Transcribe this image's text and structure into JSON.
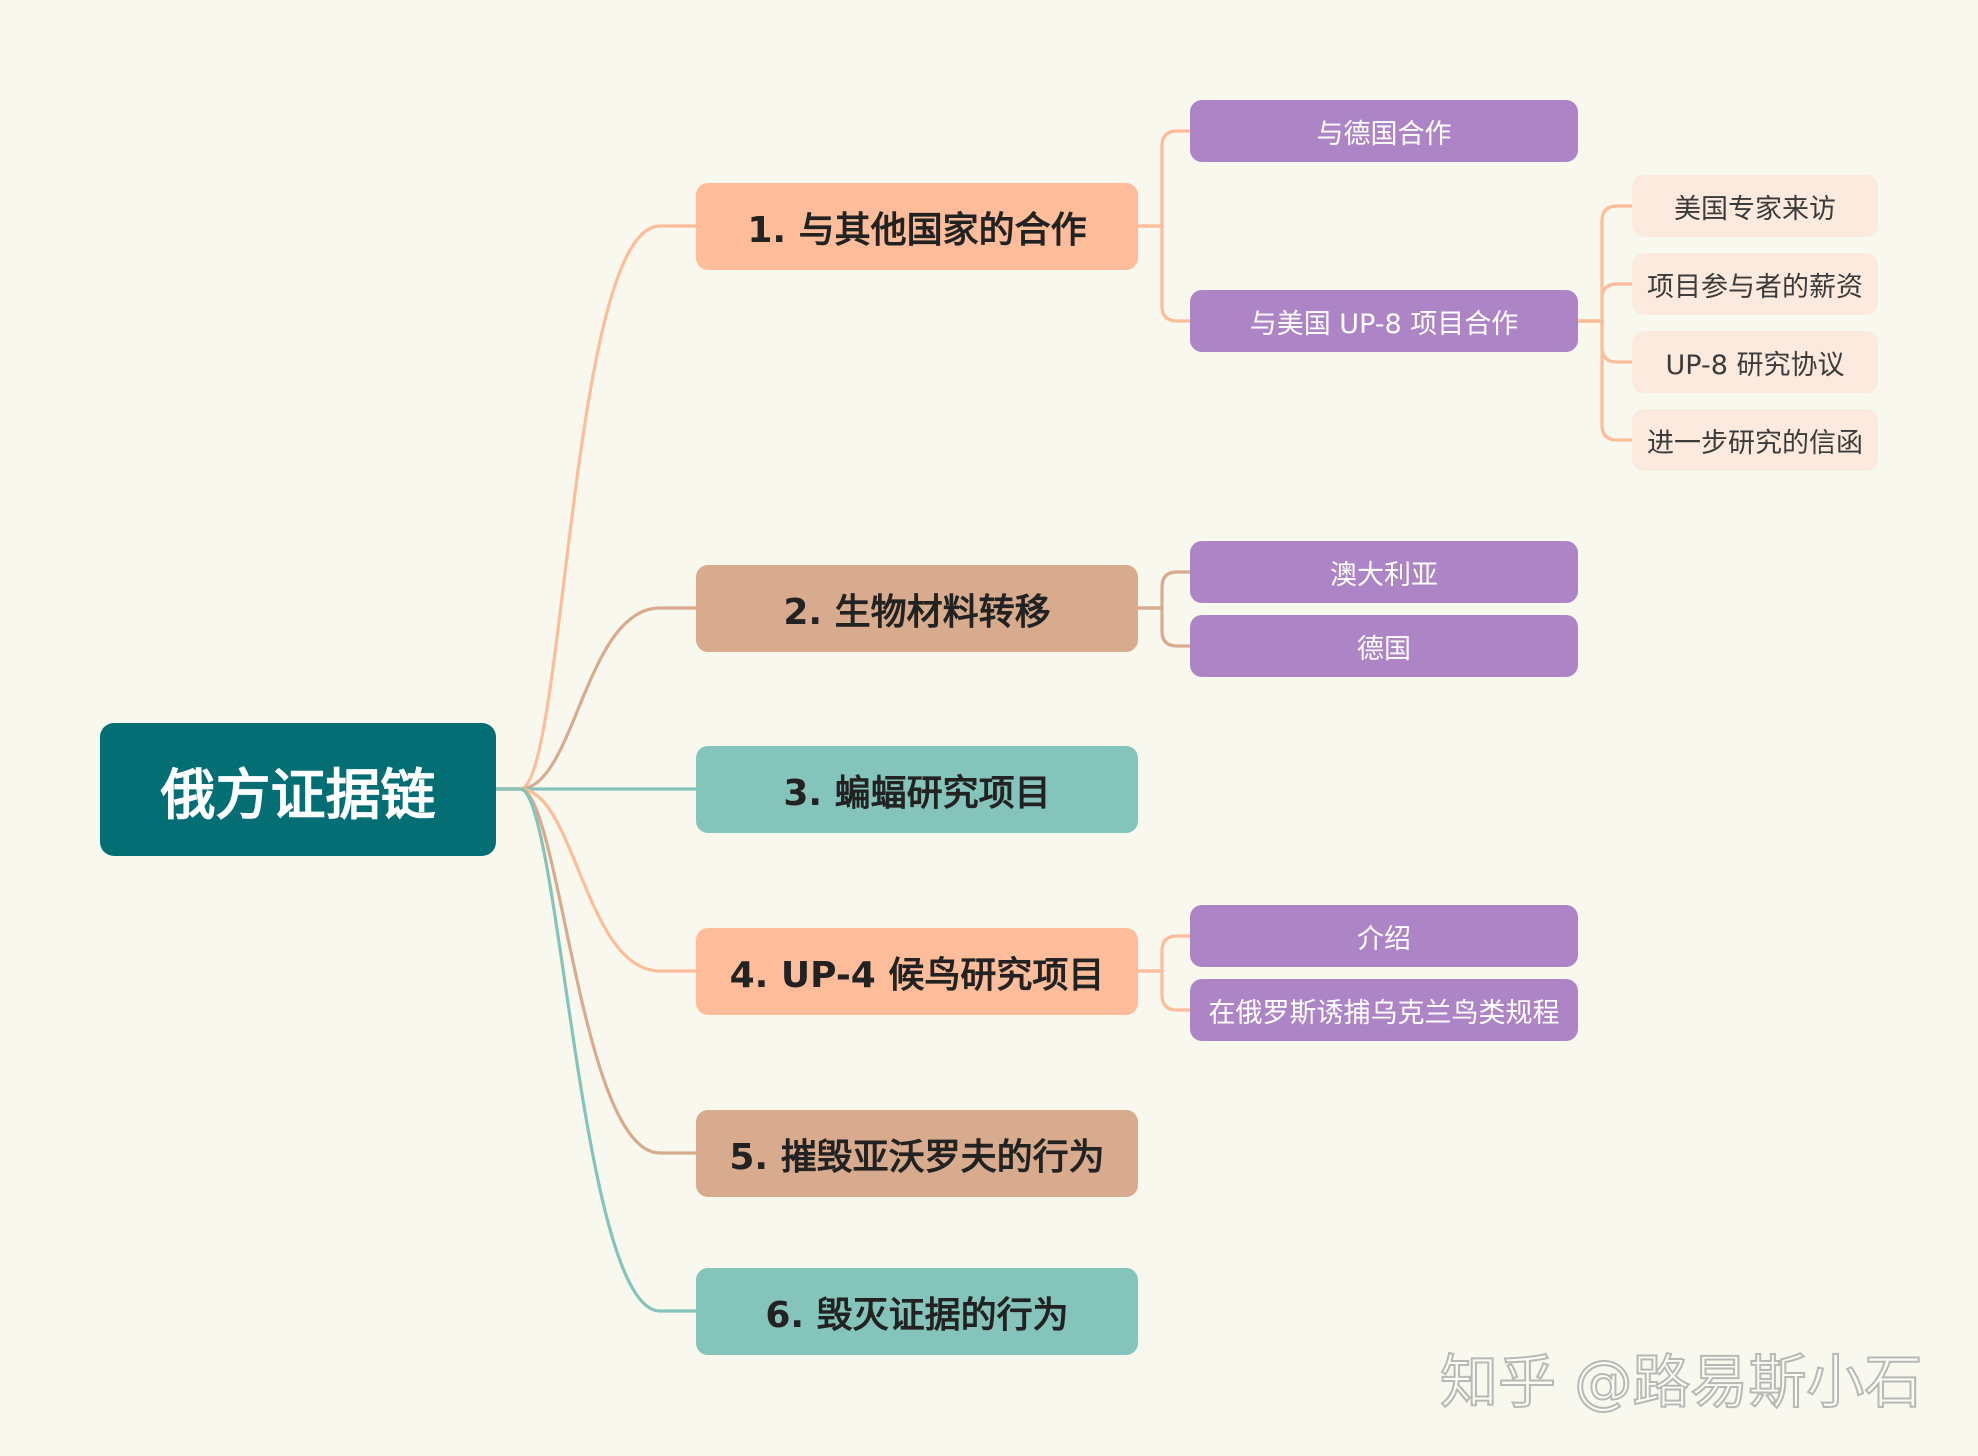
{
  "root": {
    "label": "俄方证据链",
    "color": "#036e74"
  },
  "branches": [
    {
      "label": "1. 与其他国家的合作",
      "color": "#fdbd9a",
      "children": [
        {
          "label": "与德国合作"
        },
        {
          "label": "与美国 UP-8 项目合作",
          "children": [
            {
              "label": "美国专家来访"
            },
            {
              "label": "项目参与者的薪资"
            },
            {
              "label": "UP-8 研究协议"
            },
            {
              "label": "进一步研究的信函"
            }
          ]
        }
      ]
    },
    {
      "label": "2. 生物材料转移",
      "color": "#d8ab8e",
      "children": [
        {
          "label": "澳大利亚"
        },
        {
          "label": "德国"
        }
      ]
    },
    {
      "label": "3. 蝙蝠研究项目",
      "color": "#85c4ba",
      "children": []
    },
    {
      "label": "4. UP-4 候鸟研究项目",
      "color": "#fdbd9a",
      "children": [
        {
          "label": "介绍"
        },
        {
          "label": "在俄罗斯诱捕乌克兰鸟类规程"
        }
      ]
    },
    {
      "label": "5. 摧毁亚沃罗夫的行为",
      "color": "#d8ab8e",
      "children": []
    },
    {
      "label": "6. 毁灭证据的行为",
      "color": "#85c4ba",
      "children": []
    }
  ],
  "colors": {
    "background": "#f9f8ee",
    "sub_node": "#ad85c6",
    "leaf_node": "#fbeadd"
  },
  "watermark": "知乎 @路易斯小石"
}
